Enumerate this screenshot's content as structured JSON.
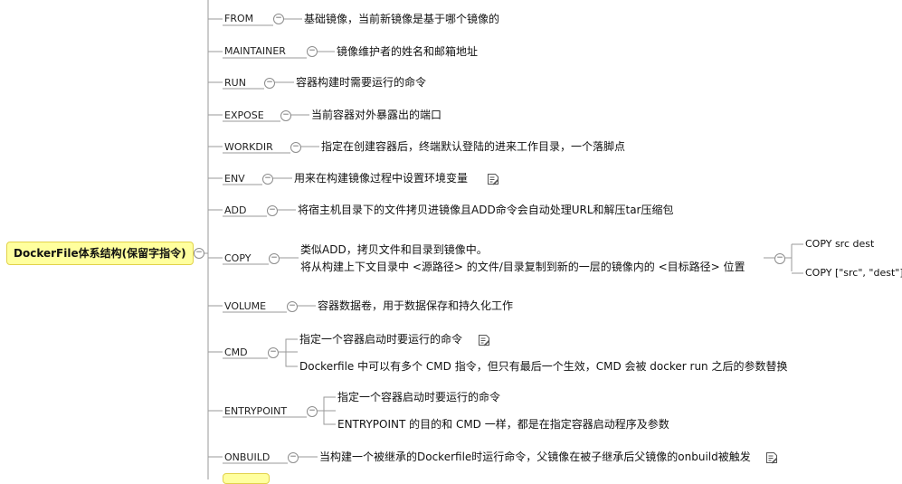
{
  "root": {
    "label": "DockerFile体系结构(保留字指令)"
  },
  "branches": [
    {
      "key": "FROM",
      "desc": [
        "基础镜像，当前新镜像是基于哪个镜像的"
      ]
    },
    {
      "key": "MAINTAINER",
      "desc": [
        "镜像维护者的姓名和邮箱地址"
      ]
    },
    {
      "key": "RUN",
      "desc": [
        "容器构建时需要运行的命令"
      ]
    },
    {
      "key": "EXPOSE",
      "desc": [
        "当前容器对外暴露出的端口"
      ]
    },
    {
      "key": "WORKDIR",
      "desc": [
        "指定在创建容器后，终端默认登陆的进来工作目录，一个落脚点"
      ]
    },
    {
      "key": "ENV",
      "desc": [
        "用来在构建镜像过程中设置环境变量"
      ]
    },
    {
      "key": "ADD",
      "desc": [
        "将宿主机目录下的文件拷贝进镜像且ADD命令会自动处理URL和解压tar压缩包"
      ]
    },
    {
      "key": "COPY",
      "desc": [
        "类似ADD，拷贝文件和目录到镜像中。",
        "将从构建上下文目录中 <源路径> 的文件/目录复制到新的一层的镜像内的 <目标路径> 位置"
      ],
      "subs": [
        "COPY src dest",
        "COPY [\"src\", \"dest\"]"
      ]
    },
    {
      "key": "VOLUME",
      "desc": [
        "容器数据卷，用于数据保存和持久化工作"
      ]
    },
    {
      "key": "CMD",
      "desc": [
        "指定一个容器启动时要运行的命令",
        "Dockerfile 中可以有多个 CMD 指令，但只有最后一个生效，CMD 会被 docker run 之后的参数替换"
      ]
    },
    {
      "key": "ENTRYPOINT",
      "desc": [
        "指定一个容器启动时要运行的命令",
        "ENTRYPOINT 的目的和 CMD 一样，都是在指定容器启动程序及参数"
      ]
    },
    {
      "key": "ONBUILD",
      "desc": [
        "当构建一个被继承的Dockerfile时运行命令，父镜像在被子继承后父镜像的onbuild被触发"
      ]
    }
  ],
  "icons": {
    "collapse_toggle": "minus-circle-icon",
    "note": "note-icon"
  },
  "colors": {
    "root_fill": "#ffff9e",
    "root_border": "#e2d24a",
    "connector": "#9a9a9a"
  }
}
